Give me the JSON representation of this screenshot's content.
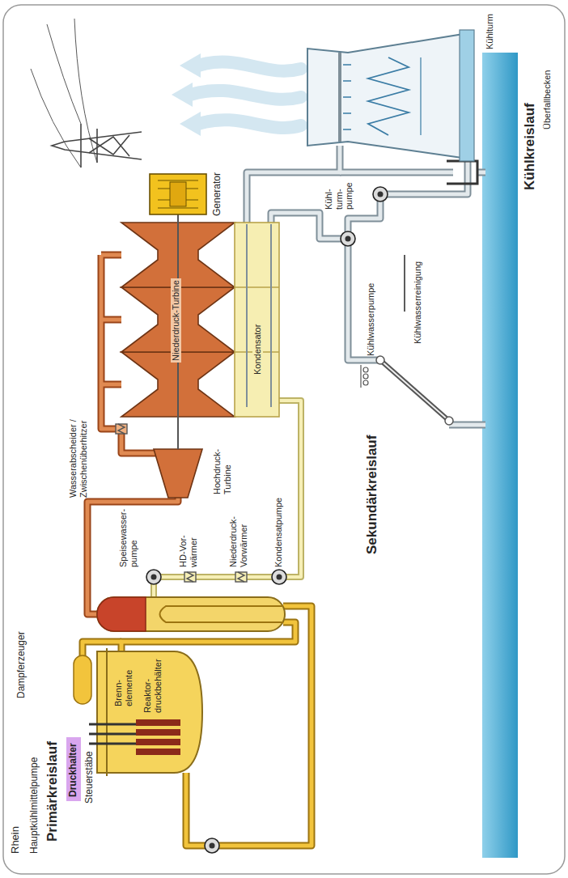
{
  "diagram": {
    "nodes": [
      {
        "text": [
          "Druckhalter"
        ]
      }
    ],
    "labels": [
      "Rhein",
      "Hauptkühlmittelpumpe",
      "Primärkreislauf",
      "Steuerstäbe",
      "Dampferzeuger",
      "Brenn- elemente",
      "Reaktor- druckbehälter",
      "Speisewasser- pumpe",
      "HD-Vor- wärmer",
      "Hochdruck- Turbine",
      "Wasserabscheider / Zwischenüberhitzer",
      "Niederdruck-Turbine",
      "Niederdruck- Vorwärmer",
      "Kondensator",
      "Kondensatpumpe",
      "Sekundärkreislauf",
      "Generator",
      "Kühlwasserpumpe",
      "Kühlwasserreinigung",
      "Kühl- turm- pumpe",
      "Kühlturm",
      "Kühlkreislauf",
      "Überfallbecken"
    ]
  }
}
